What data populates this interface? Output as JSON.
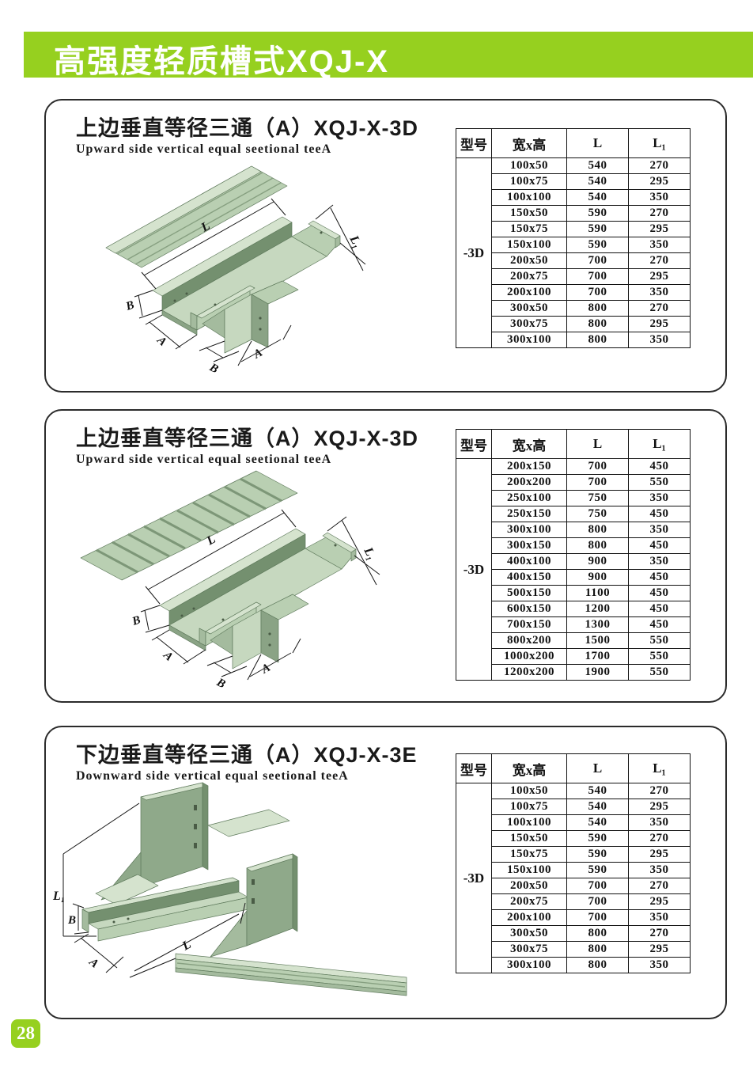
{
  "page": {
    "header_title": "高强度轻质槽式XQJ-X",
    "page_number": "28"
  },
  "colors": {
    "brand_green": "#96d01f",
    "tray_green": "#b9cfb2",
    "tray_green_light": "#d5e3ce",
    "tray_green_dark": "#7f9779",
    "table_border": "#111111",
    "panel_border": "#2b2b2b"
  },
  "dims": {
    "L": "L",
    "L1": "L₁",
    "B": "B",
    "A": "A"
  },
  "sections": [
    {
      "title_zh": "上边垂直等径三通（A）XQJ-X-3D",
      "title_en": "Upward side vertical equal seetional teeA",
      "table": {
        "col_model": "型号",
        "col_size": "宽x高",
        "col_l": "L",
        "col_l1": "L₁",
        "model": "-3D",
        "rows": [
          [
            "100x50",
            "540",
            "270"
          ],
          [
            "100x75",
            "540",
            "295"
          ],
          [
            "100x100",
            "540",
            "350"
          ],
          [
            "150x50",
            "590",
            "270"
          ],
          [
            "150x75",
            "590",
            "295"
          ],
          [
            "150x100",
            "590",
            "350"
          ],
          [
            "200x50",
            "700",
            "270"
          ],
          [
            "200x75",
            "700",
            "295"
          ],
          [
            "200x100",
            "700",
            "350"
          ],
          [
            "300x50",
            "800",
            "270"
          ],
          [
            "300x75",
            "800",
            "295"
          ],
          [
            "300x100",
            "800",
            "350"
          ]
        ]
      }
    },
    {
      "title_zh": "上边垂直等径三通（A）XQJ-X-3D",
      "title_en": "Upward side vertical equal seetional teeA",
      "table": {
        "col_model": "型号",
        "col_size": "宽x高",
        "col_l": "L",
        "col_l1": "L₁",
        "model": "-3D",
        "rows": [
          [
            "200x150",
            "700",
            "450"
          ],
          [
            "200x200",
            "700",
            "550"
          ],
          [
            "250x100",
            "750",
            "350"
          ],
          [
            "250x150",
            "750",
            "450"
          ],
          [
            "300x100",
            "800",
            "350"
          ],
          [
            "300x150",
            "800",
            "450"
          ],
          [
            "400x100",
            "900",
            "350"
          ],
          [
            "400x150",
            "900",
            "450"
          ],
          [
            "500x150",
            "1100",
            "450"
          ],
          [
            "600x150",
            "1200",
            "450"
          ],
          [
            "700x150",
            "1300",
            "450"
          ],
          [
            "800x200",
            "1500",
            "550"
          ],
          [
            "1000x200",
            "1700",
            "550"
          ],
          [
            "1200x200",
            "1900",
            "550"
          ]
        ]
      }
    },
    {
      "title_zh": "下边垂直等径三通（A）XQJ-X-3E",
      "title_en": "Downward side vertical equal seetional teeA",
      "table": {
        "col_model": "型号",
        "col_size": "宽x高",
        "col_l": "L",
        "col_l1": "L₁",
        "model": "-3D",
        "rows": [
          [
            "100x50",
            "540",
            "270"
          ],
          [
            "100x75",
            "540",
            "295"
          ],
          [
            "100x100",
            "540",
            "350"
          ],
          [
            "150x50",
            "590",
            "270"
          ],
          [
            "150x75",
            "590",
            "295"
          ],
          [
            "150x100",
            "590",
            "350"
          ],
          [
            "200x50",
            "700",
            "270"
          ],
          [
            "200x75",
            "700",
            "295"
          ],
          [
            "200x100",
            "700",
            "350"
          ],
          [
            "300x50",
            "800",
            "270"
          ],
          [
            "300x75",
            "800",
            "295"
          ],
          [
            "300x100",
            "800",
            "350"
          ]
        ]
      }
    }
  ]
}
